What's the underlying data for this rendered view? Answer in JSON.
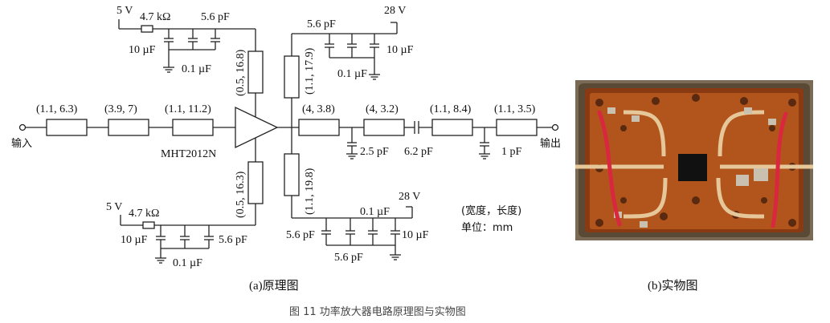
{
  "schematic": {
    "input_label": "输入",
    "output_label": "输出",
    "amp_label": "MHT2012N",
    "legend_line1": "(宽度，长度)",
    "legend_line2": "单位：mm",
    "input_lines": [
      "(1.1, 6.3)",
      "(3.9, 7)",
      "(1.1, 11.2)"
    ],
    "output_lines": [
      "(4, 3.8)",
      "(4, 3.2)",
      "(1.1, 8.4)",
      "(1.1, 3.5)"
    ],
    "output_caps": [
      "2.5 pF",
      "6.2 pF",
      "1 pF"
    ],
    "gate_top": {
      "supply": "5 V",
      "resistor": "4.7 kΩ",
      "cap_a": "5.6 pF",
      "cap_b": "10 µF",
      "cap_c": "0.1 µF",
      "line": "(0.5, 16.8)"
    },
    "gate_bottom": {
      "supply": "5 V",
      "resistor": "4.7 kΩ",
      "cap_a": "10 µF",
      "cap_b": "5.6 pF",
      "cap_c": "0.1 µF",
      "line": "(0.5, 16.3)"
    },
    "drain_top": {
      "supply": "28 V",
      "cap_a": "5.6 pF",
      "cap_b": "10 µF",
      "cap_c": "0.1 µF",
      "line": "(1.1, 17.9)"
    },
    "drain_bottom": {
      "supply": "28 V",
      "cap_a": "0.1 µF",
      "cap_b": "5.6 pF",
      "cap_c": "10 µF",
      "cap_d": "5.6 pF",
      "line": "(1.1, 19.8)"
    }
  },
  "captions": {
    "a": "(a)原理图",
    "b": "(b)实物图",
    "figure": "图 11   功率放大器电路原理图与实物图"
  }
}
